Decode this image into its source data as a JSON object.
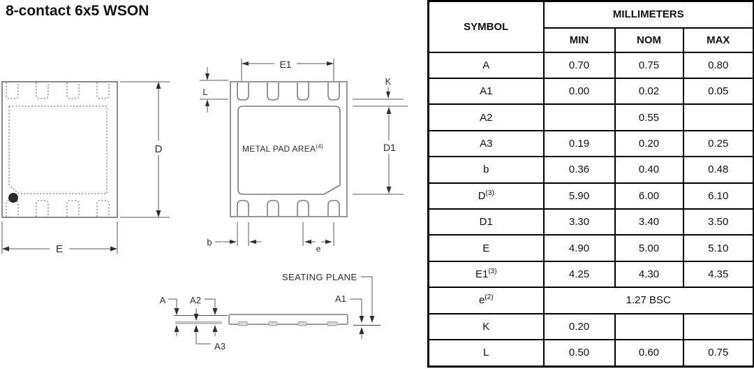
{
  "title": "8-contact 6x5 WSON",
  "drawing": {
    "labels": {
      "D": "D",
      "E": "E",
      "E1": "E1",
      "L": "L",
      "K": "K",
      "D1": "D1",
      "b": "b",
      "e": "e",
      "A": "A",
      "A1": "A1",
      "A2": "A2",
      "A3": "A3"
    },
    "seating_plane": "SEATING PLANE",
    "metal_pad_label": "METAL PAD AREA",
    "metal_pad_sup": "(4)"
  },
  "table": {
    "header": {
      "symbol": "SYMBOL",
      "millimeters": "MILLIMETERS",
      "min": "MIN",
      "nom": "NOM",
      "max": "MAX"
    },
    "rows": [
      {
        "symbol": "A",
        "min": "0.70",
        "nom": "0.75",
        "max": "0.80"
      },
      {
        "symbol": "A1",
        "min": "0.00",
        "nom": "0.02",
        "max": "0.05"
      },
      {
        "symbol": "A2",
        "min": "",
        "nom": "0.55",
        "max": ""
      },
      {
        "symbol": "A3",
        "min": "0.19",
        "nom": "0.20",
        "max": "0.25"
      },
      {
        "symbol": "b",
        "min": "0.36",
        "nom": "0.40",
        "max": "0.48"
      },
      {
        "symbol": "D",
        "sup": "(3)",
        "min": "5.90",
        "nom": "6.00",
        "max": "6.10"
      },
      {
        "symbol": "D1",
        "min": "3.30",
        "nom": "3.40",
        "max": "3.50"
      },
      {
        "symbol": "E",
        "min": "4.90",
        "nom": "5.00",
        "max": "5.10"
      },
      {
        "symbol": "E1",
        "sup": "(3)",
        "min": "4.25",
        "nom": "4.30",
        "max": "4.35"
      },
      {
        "symbol": "e",
        "sup": "(2)",
        "span_value": "1.27 BSC"
      },
      {
        "symbol": "K",
        "min": "0.20",
        "nom": "",
        "max": ""
      },
      {
        "symbol": "L",
        "min": "0.50",
        "nom": "0.60",
        "max": "0.75"
      }
    ]
  }
}
